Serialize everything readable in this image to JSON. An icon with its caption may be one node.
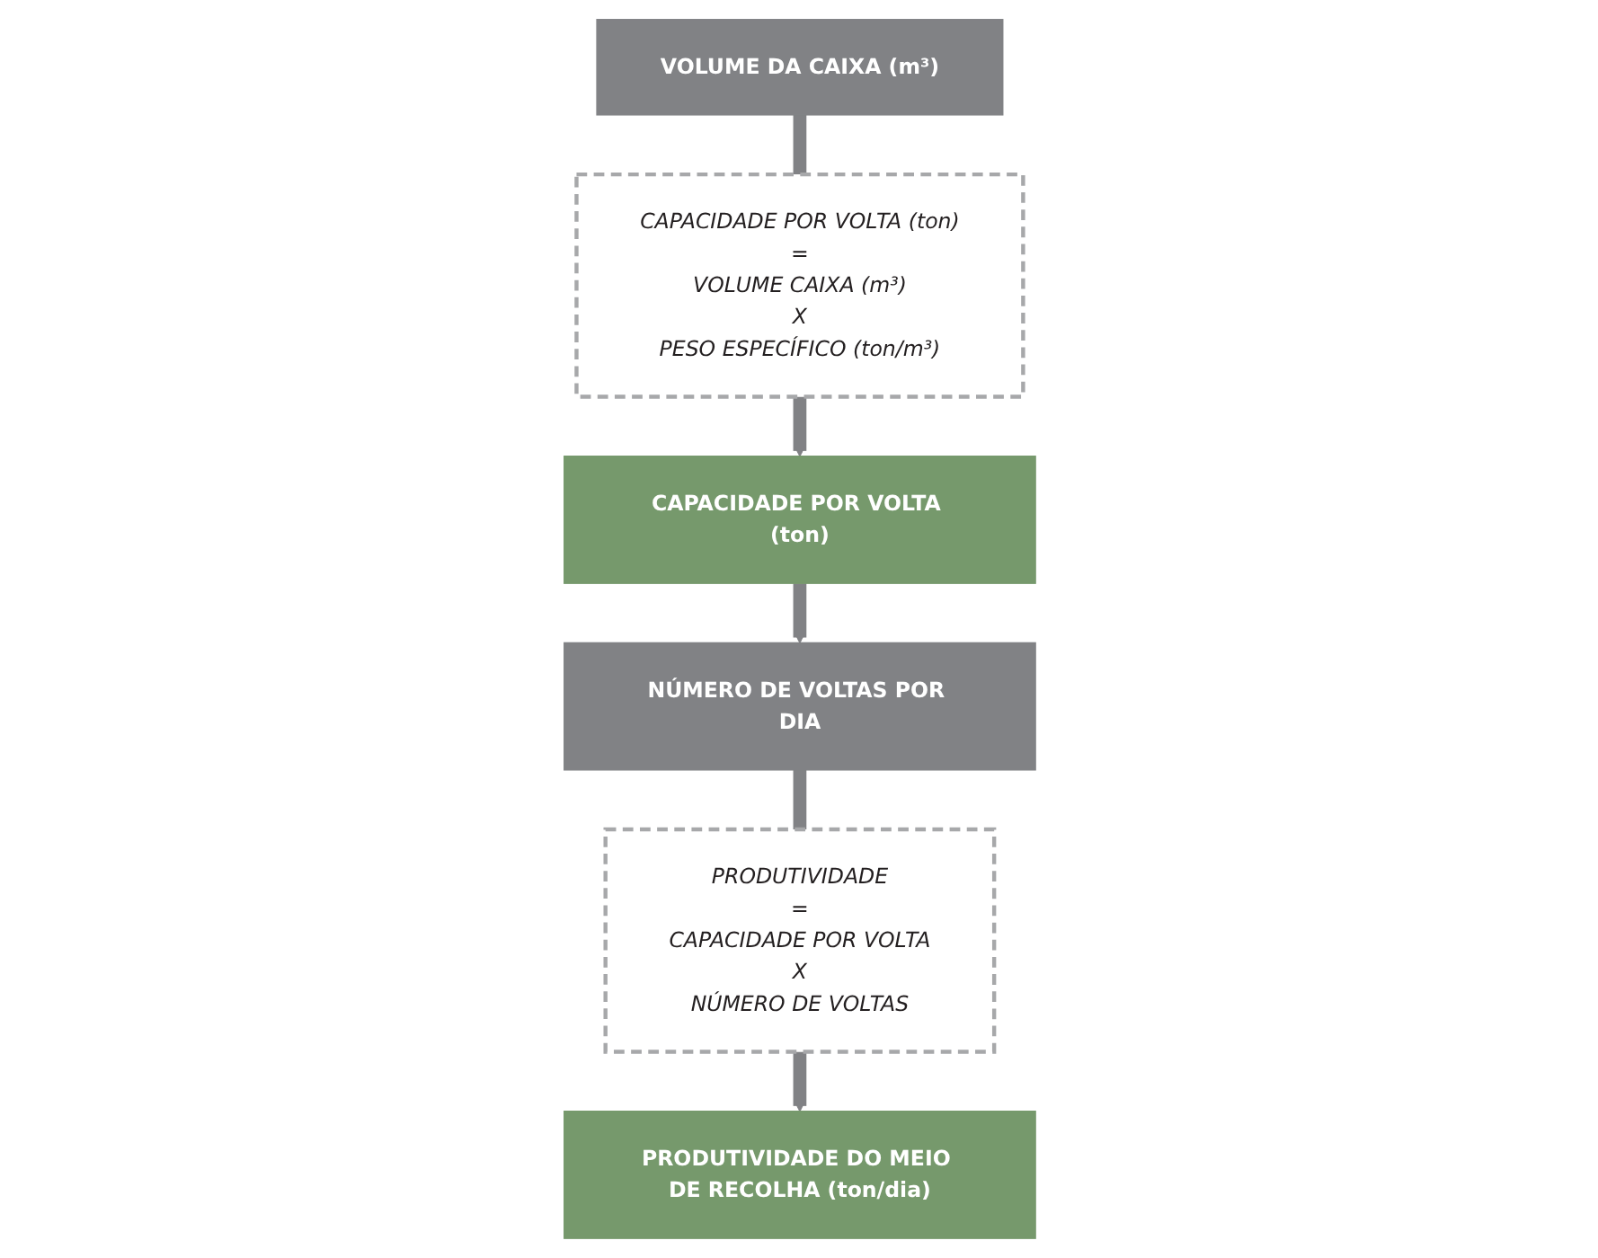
{
  "diagram": {
    "nodes": [
      {
        "text": [
          "VOLUME DA CAIXA (m³)"
        ]
      },
      {
        "text": [
          "CAPACIDADE POR VOLTA (ton)",
          "=",
          "VOLUME CAIXA (m³)",
          "X",
          "PESO ESPECÍFICO (ton/m³)"
        ]
      },
      {
        "text": [
          "CAPACIDADE POR VOLTA (ton)"
        ]
      },
      {
        "text": [
          "NÚMERO DE VOLTAS POR DIA"
        ]
      },
      {
        "text": [
          "PRODUTIVIDADE",
          "=",
          "CAPACIDADE POR VOLTA",
          "X",
          "NÚMERO DE VOLTAS"
        ]
      },
      {
        "text": [
          "PRODUTIVIDADE DO MEIO DE RECOLHA (ton/dia)"
        ]
      }
    ],
    "edges": [
      {
        "from": 0,
        "to": 1,
        "arrow": "none"
      },
      {
        "from": 1,
        "to": 2,
        "arrow": "to"
      },
      {
        "from": 2,
        "to": 3,
        "arrow": "to"
      },
      {
        "from": 3,
        "to": 4,
        "arrow": "none"
      },
      {
        "from": 4,
        "to": 5,
        "arrow": "to"
      }
    ]
  }
}
